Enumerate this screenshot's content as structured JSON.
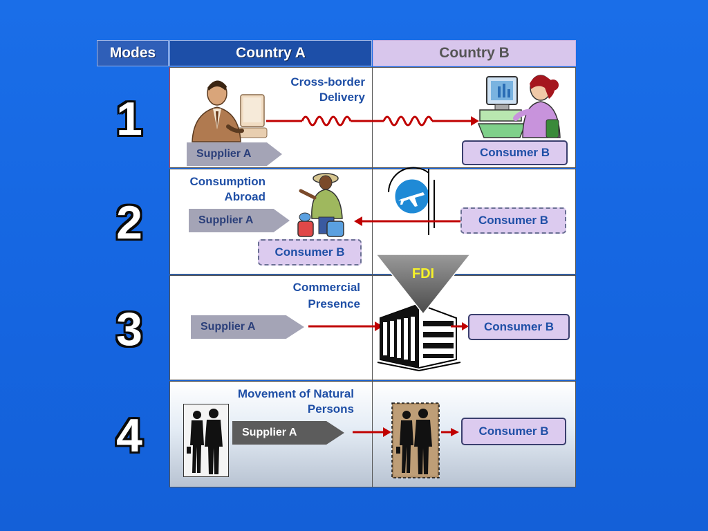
{
  "headers": {
    "modes": "Modes",
    "country_a": "Country A",
    "country_b": "Country B"
  },
  "modes": [
    {
      "number": "1",
      "label_line1": "Cross-border",
      "label_line2": "Delivery",
      "supplier": "Supplier A",
      "consumer": "Consumer B"
    },
    {
      "number": "2",
      "label_line1": "Consumption",
      "label_line2": "Abroad",
      "supplier": "Supplier A",
      "consumer_home": "Consumer B",
      "consumer_abroad": "Consumer B"
    },
    {
      "number": "3",
      "label_line1": "Commercial",
      "label_line2": "Presence",
      "supplier": "Supplier A",
      "consumer": "Consumer B"
    },
    {
      "number": "4",
      "label_line1": "Movement of Natural",
      "label_line2": "Persons",
      "supplier": "Supplier A",
      "consumer": "Consumer B"
    }
  ],
  "fdi_label": "FDI",
  "colors": {
    "arrow": "#c00000",
    "label_blue": "#1f4fa6",
    "consumer_fill": "#dccbef",
    "fdi_text": "#f6f22a"
  }
}
